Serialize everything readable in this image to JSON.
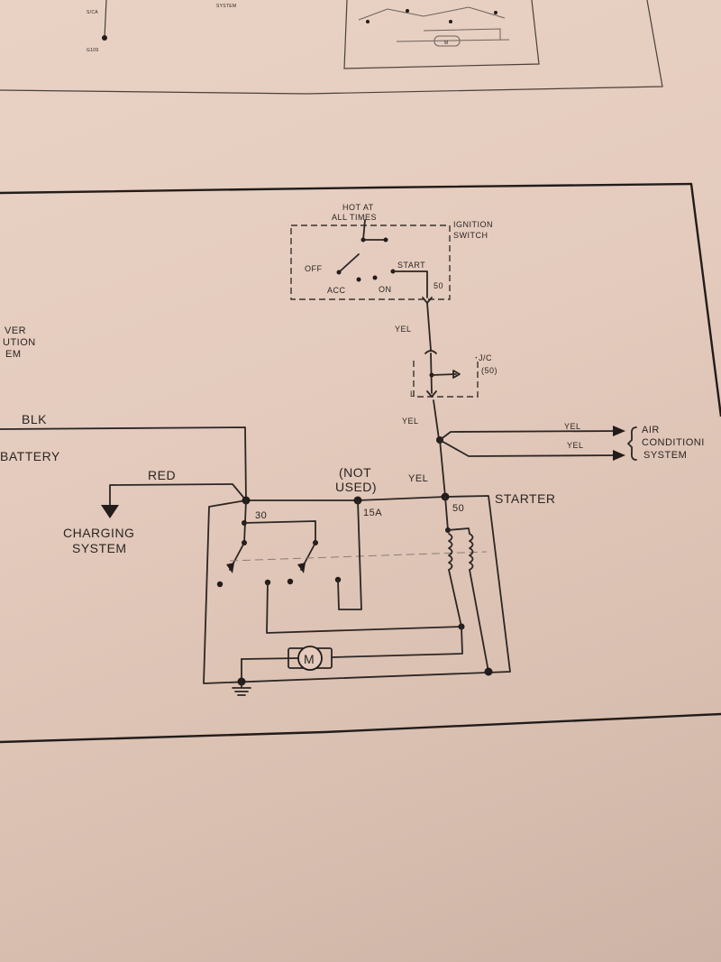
{
  "diagram": {
    "labels": {
      "hot_line1": "HOT AT",
      "hot_line2": "ALL TIMES",
      "ign_line1": "IGNITION",
      "ign_line2": "SWITCH",
      "off": "OFF",
      "acc": "ACC",
      "on": "ON",
      "start": "START",
      "pin_50": "50",
      "yel_1": "YEL",
      "jc_line1": "J/C",
      "jc_line2": "(50)",
      "jc_l": "L",
      "yel_2": "YEL",
      "yel_ac1": "YEL",
      "yel_ac2": "YEL",
      "ac_line1": "AIR",
      "ac_line2": "CONDITIONI",
      "ac_line3": "SYSTEM",
      "power_line1": "VER",
      "power_line2": "UTION",
      "power_line3": "EM",
      "blk": "BLK",
      "battery": "BATTERY",
      "red": "RED",
      "charging_line1": "CHARGING",
      "charging_line2": "SYSTEM",
      "not_used_line1": "(NOT",
      "not_used_line2": "USED)",
      "yel_3": "YEL",
      "term_30": "30",
      "term_15a": "15A",
      "term_50": "50",
      "starter": "STARTER",
      "motor": "M",
      "top_small_1": "S/CA",
      "top_small_2": "SYSTEM",
      "top_small_3": "G109"
    }
  }
}
